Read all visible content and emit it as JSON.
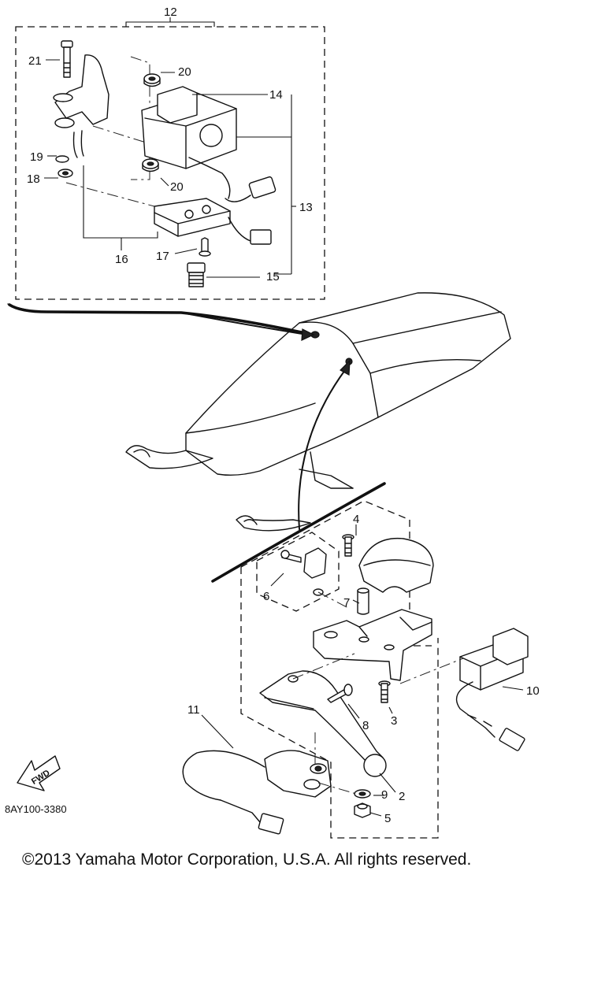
{
  "diagram": {
    "code": "8AY100-3380",
    "fwd_label": "FWD",
    "copyright": "©2013 Yamaha Motor Corporation, U.S.A. All rights reserved.",
    "callouts": {
      "c2": "2",
      "c3": "3",
      "c4": "4",
      "c5": "5",
      "c6": "6",
      "c7": "7",
      "c8": "8",
      "c9": "9",
      "c10": "10",
      "c11": "11",
      "c12": "12",
      "c13": "13",
      "c14": "14",
      "c15": "15",
      "c16": "16",
      "c17": "17",
      "c18": "18",
      "c19": "19",
      "c20a": "20",
      "c20b": "20",
      "c21": "21"
    }
  }
}
